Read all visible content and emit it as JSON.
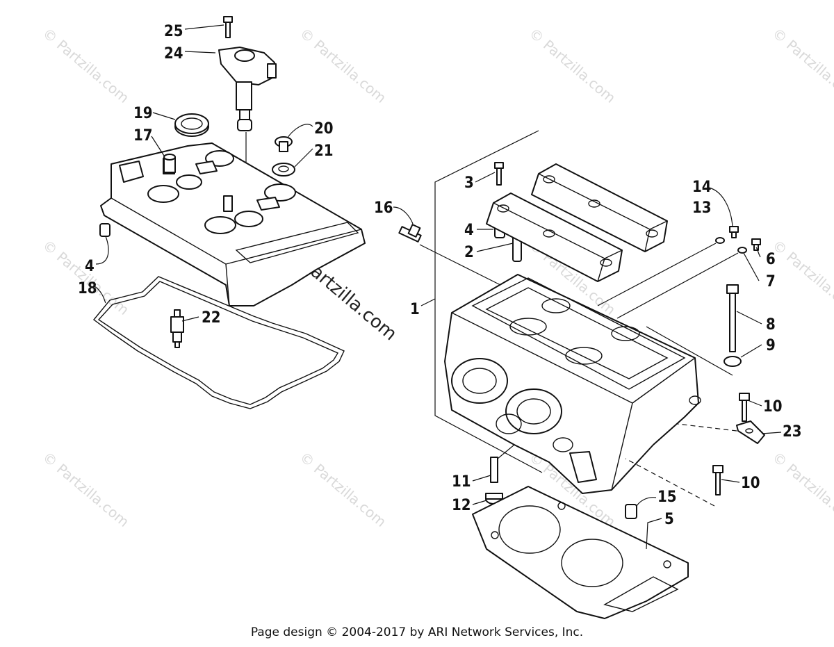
{
  "watermark": {
    "text": "© Partzilla.com"
  },
  "callouts": {
    "c1": "1",
    "c2": "2",
    "c3": "3",
    "c4a": "4",
    "c4b": "4",
    "c5": "5",
    "c6": "6",
    "c7": "7",
    "c8": "8",
    "c9": "9",
    "c10a": "10",
    "c10b": "10",
    "c11": "11",
    "c12": "12",
    "c13": "13",
    "c14": "14",
    "c15": "15",
    "c16": "16",
    "c17": "17",
    "c18": "18",
    "c19": "19",
    "c20": "20",
    "c21": "21",
    "c22": "22",
    "c23": "23",
    "c24": "24",
    "c25": "25"
  },
  "footer": {
    "text": "Page design © 2004-2017 by ARI Network Services, Inc."
  }
}
